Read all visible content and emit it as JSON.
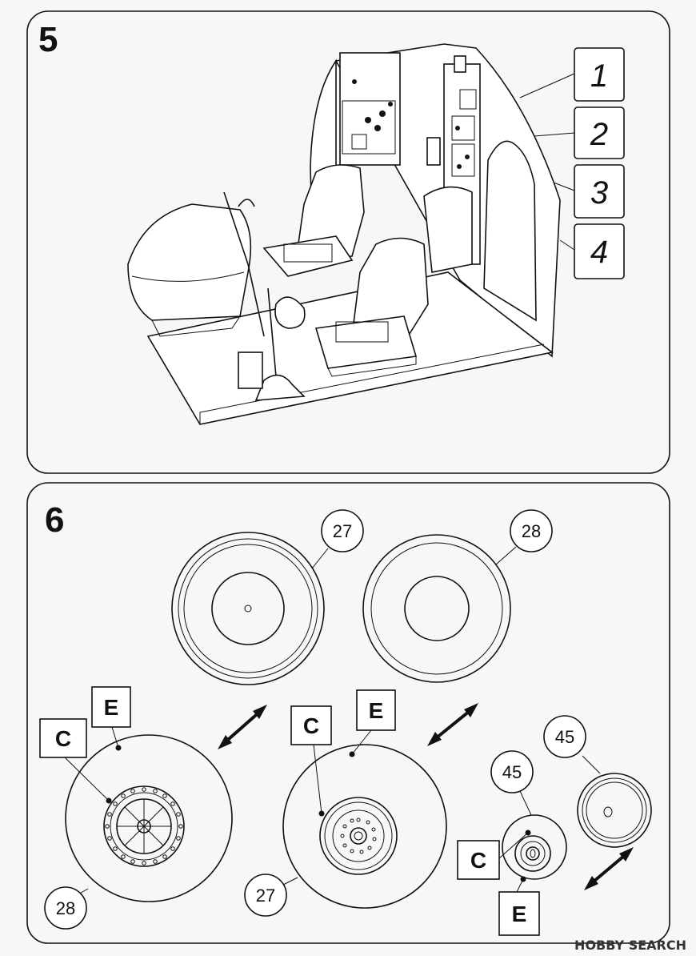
{
  "step5": {
    "number": "5",
    "callouts": [
      "1",
      "2",
      "3",
      "4"
    ]
  },
  "step6": {
    "number": "6",
    "parts": {
      "tire_27": "27",
      "tire_28": "28",
      "tire_45_top": "45",
      "tire_45_mid": "45",
      "wheel_28_label": "28",
      "wheel_27_label": "27"
    },
    "letters": {
      "e_left": "E",
      "c_left": "C",
      "c_mid": "C",
      "e_mid": "E",
      "c_small": "C",
      "e_small": "E"
    }
  },
  "watermark": "HOBBY SEARCH"
}
